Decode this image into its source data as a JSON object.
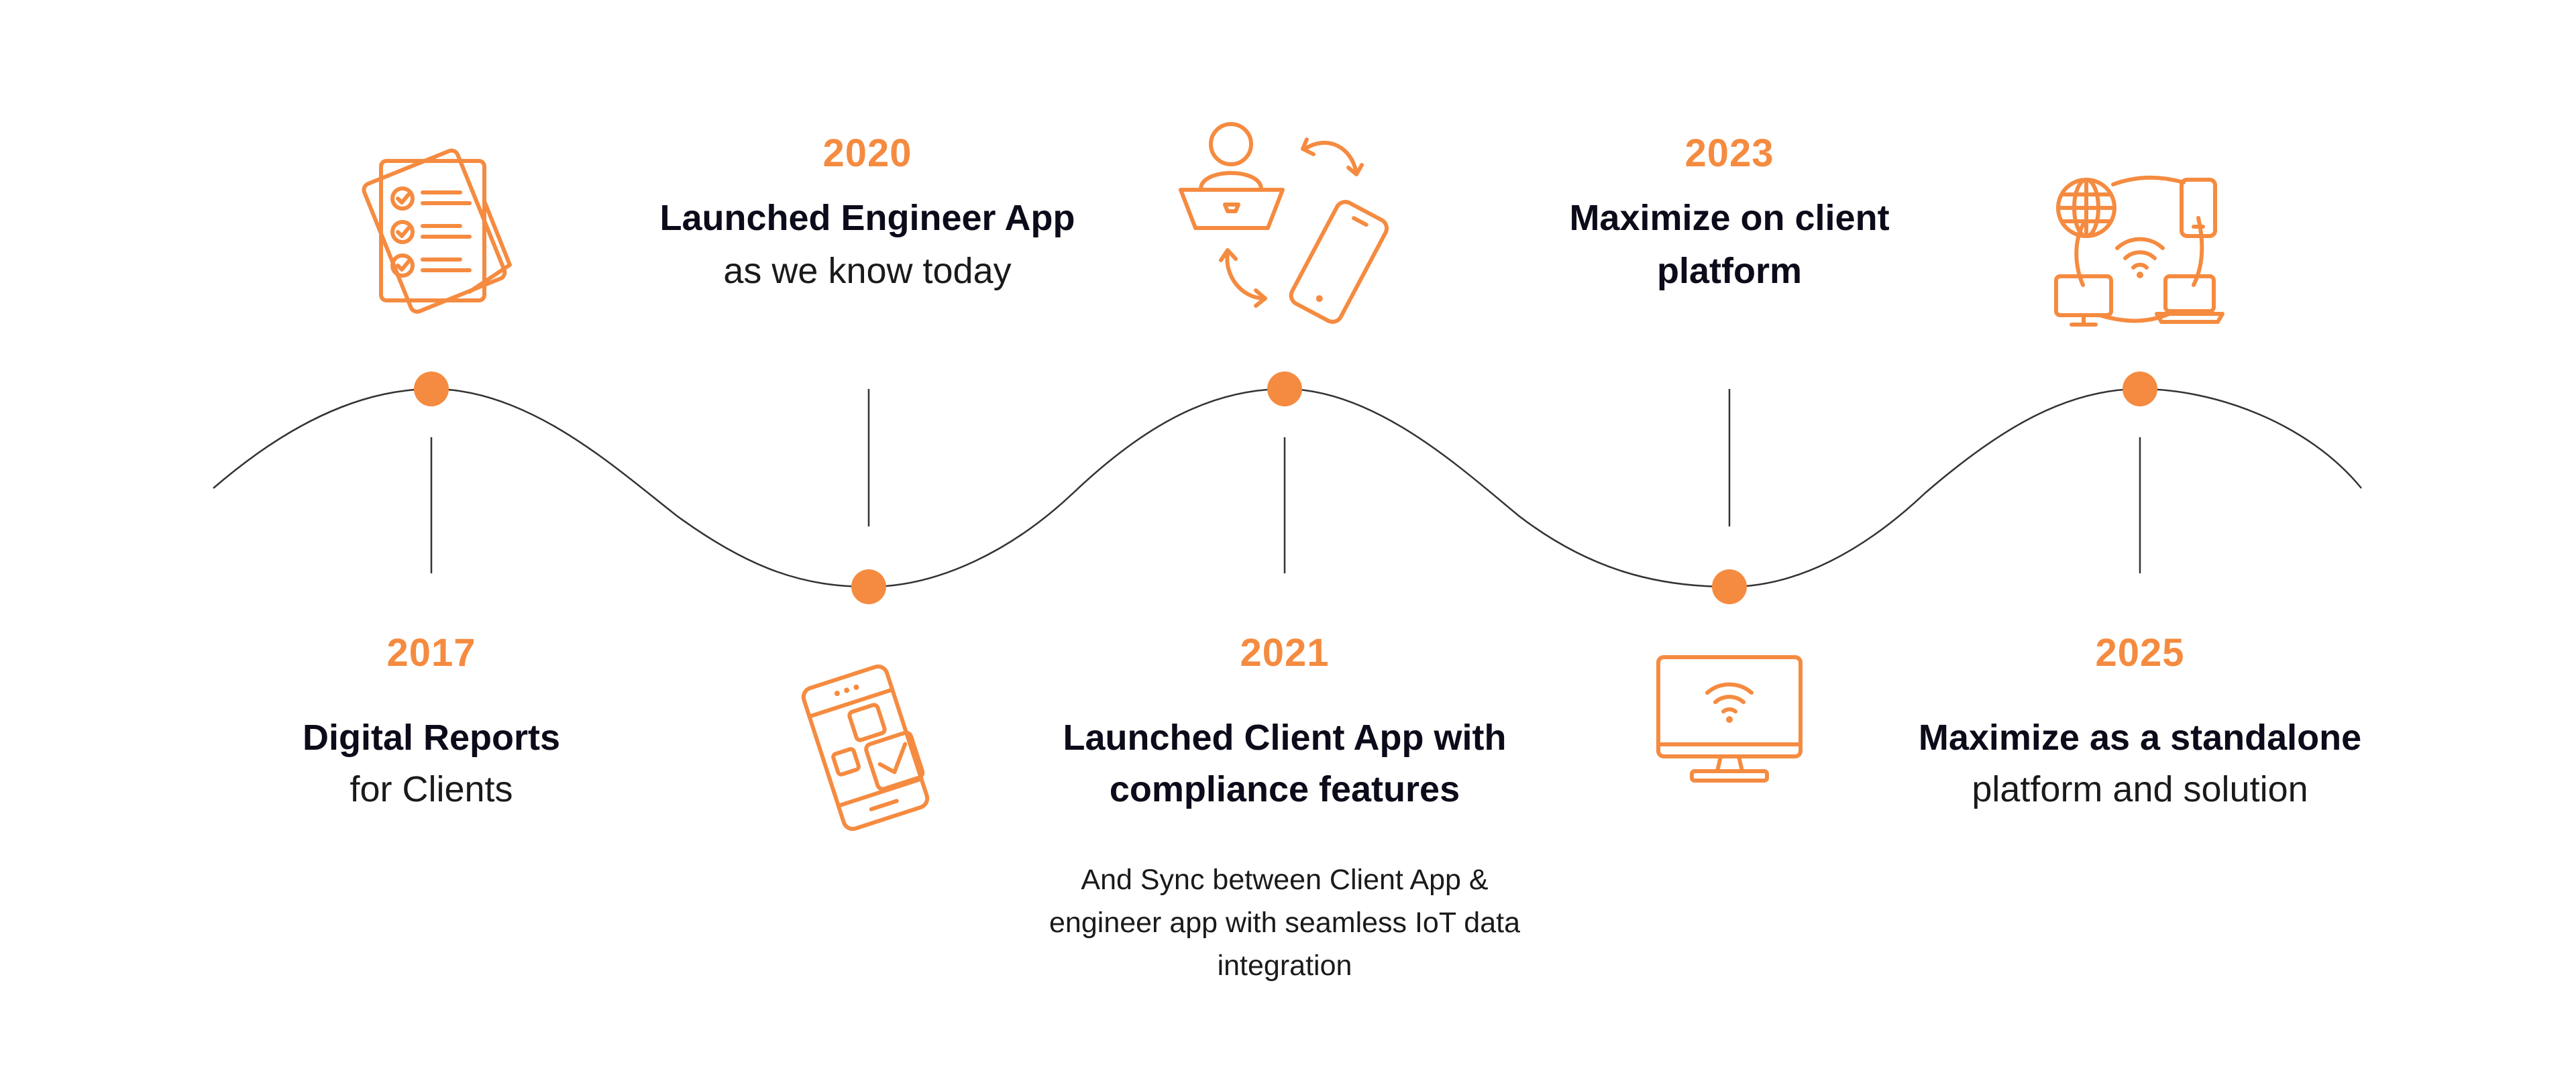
{
  "colors": {
    "accent": "#F58B40",
    "text": "#0b0b1a",
    "line": "#333333"
  },
  "milestones": [
    {
      "year": "2017",
      "title": "Digital Reports",
      "subtitle": "for Clients",
      "icon": "checklist-documents-icon"
    },
    {
      "year": "2020",
      "title": "Launched Engineer App",
      "subtitle": "as we know today",
      "icon": "mobile-app-icon"
    },
    {
      "year": "2021",
      "title_line1": "Launched Client App with",
      "title_line2": "compliance features",
      "note_line1": "And Sync between Client App &",
      "note_line2": "engineer app with seamless IoT data",
      "note_line3": "integration",
      "icon": "user-laptop-phone-sync-icon"
    },
    {
      "year": "2023",
      "title_line1": "Maximize on client",
      "title_line2": "platform",
      "icon": "wifi-monitor-icon"
    },
    {
      "year": "2025",
      "title": "Maximize as a standalone",
      "subtitle": "platform and solution",
      "icon": "connected-devices-network-icon"
    }
  ]
}
